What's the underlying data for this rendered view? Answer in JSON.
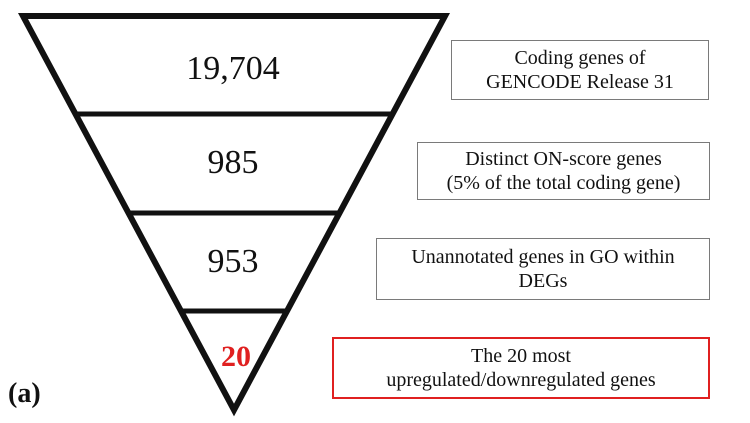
{
  "panel_label": "(a)",
  "levels": [
    {
      "count": "19,704",
      "description": [
        "Coding genes of",
        "GENCODE Release 31"
      ]
    },
    {
      "count": "985",
      "description": [
        "Distinct ON-score genes",
        "(5% of the total coding gene)"
      ]
    },
    {
      "count": "953",
      "description": [
        "Unannotated genes in GO within",
        "DEGs"
      ]
    },
    {
      "count": "20",
      "description": [
        "The 20 most",
        "upregulated/downregulated genes"
      ]
    }
  ],
  "colors": {
    "outline": "#111111",
    "highlight": "#e02020",
    "box_border": "#7a7a7a"
  }
}
